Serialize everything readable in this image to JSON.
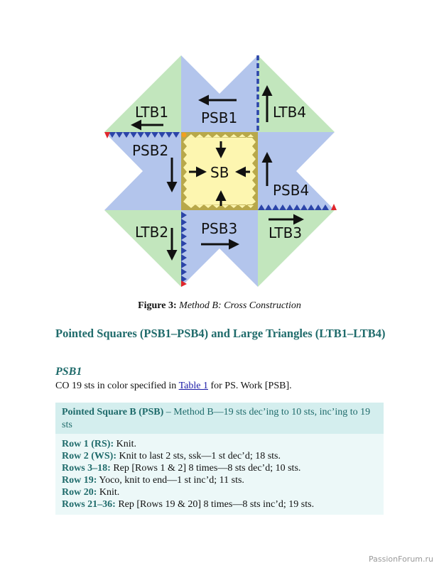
{
  "figure": {
    "labels": {
      "ltb1": "LTB1",
      "psb1": "PSB1",
      "ltb4": "LTB4",
      "psb2": "PSB2",
      "sb": "SB",
      "psb4": "PSB4",
      "ltb2": "LTB2",
      "psb3": "PSB3",
      "ltb3": "LTB3"
    },
    "colors": {
      "green": "#c2e6bd",
      "blue": "#b3c5ec",
      "yellow": "#fdf6b0",
      "olive": "#b8a84a",
      "seam_blue": "#2b44a8",
      "seam_red": "#e0262c",
      "seam_orange": "#f0a020"
    }
  },
  "caption": {
    "prefix": "Figure 3:",
    "text": "Method B: Cross Construction"
  },
  "heading": "Pointed Squares (PSB1–PSB4) and Large Triangles (LTB1–LTB4)",
  "subheading": "PSB1",
  "intro": {
    "before": "CO 19 sts in color specified in ",
    "link": "Table 1",
    "after": " for PS. Work [PSB]."
  },
  "box": {
    "title": "Pointed Square B (PSB)",
    "desc": " – Method B—19 sts dec’ing to 10 sts, inc’ing to 19 sts",
    "rows": [
      {
        "label": "Row 1 (RS):",
        "text": " Knit."
      },
      {
        "label": "Row 2 (WS):",
        "text": " Knit to last 2 sts, ssk—1 st dec’d; 18 sts."
      },
      {
        "label": "Rows 3–18:",
        "text": " Rep [Rows 1 & 2] 8 times—8 sts dec’d; 10 sts."
      },
      {
        "label": "Row 19:",
        "text": " Yoco, knit to end—1 st inc’d; 11 sts."
      },
      {
        "label": "Row 20:",
        "text": " Knit."
      },
      {
        "label": "Rows 21–36:",
        "text": " Rep [Rows 19 & 20] 8 times—8 sts inc’d; 19 sts."
      }
    ]
  },
  "watermark": "PassionForum.ru"
}
